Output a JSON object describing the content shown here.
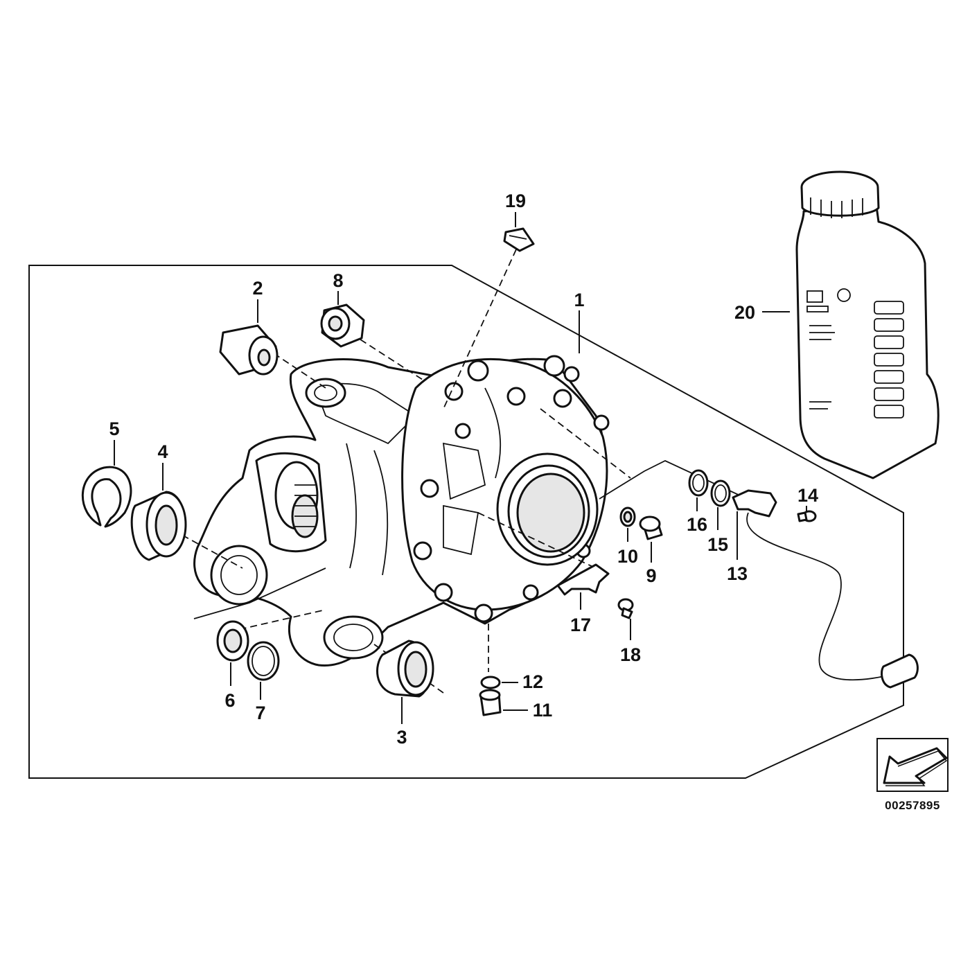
{
  "diagram": {
    "doc_number": "00257895",
    "callouts": {
      "c1": "1",
      "c2": "2",
      "c3": "3",
      "c4": "4",
      "c5": "5",
      "c6": "6",
      "c7": "7",
      "c8": "8",
      "c9": "9",
      "c10": "10",
      "c11": "11",
      "c12": "12",
      "c13": "13",
      "c14": "14",
      "c15": "15",
      "c16": "16",
      "c17": "17",
      "c18": "18",
      "c19": "19",
      "c20": "20"
    }
  },
  "colors": {
    "line": "#111111",
    "background": "#ffffff",
    "shade": "#e6e6e6"
  },
  "icons": {
    "orientation": "arrow-southwest-icon",
    "oil_bottle": "oil-bottle-icon"
  }
}
